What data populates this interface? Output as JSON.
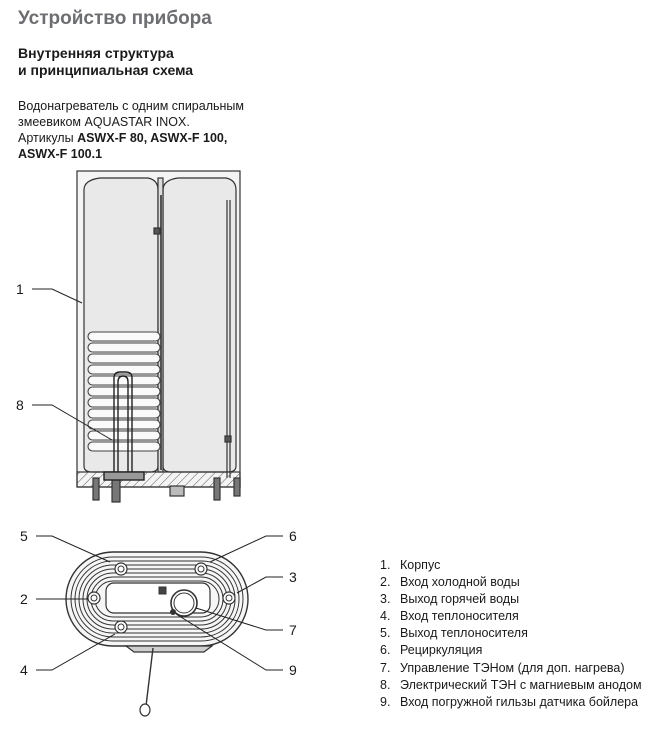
{
  "header": {
    "title": "Устройство прибора"
  },
  "section": {
    "subtitle_line1": "Внутренняя структура",
    "subtitle_line2": "и принципиальная схема"
  },
  "description": {
    "line1": "Водонагреватель с одним спиральным",
    "line2": "змеевиком AQUASTAR INOX.",
    "line3_prefix": "Артикулы ",
    "line3_bold": "ASWX-F 80, ASWX-F 100,",
    "line4_bold": "ASWX-F 100.1"
  },
  "callouts": {
    "c1": "1",
    "c8": "8",
    "c5": "5",
    "c6": "6",
    "c3": "3",
    "c2": "2",
    "c7": "7",
    "c4": "4",
    "c9": "9"
  },
  "legend": [
    {
      "num": "1.",
      "text": "Корпус"
    },
    {
      "num": "2.",
      "text": "Вход холодной воды"
    },
    {
      "num": "3.",
      "text": "Выход горячей воды"
    },
    {
      "num": "4.",
      "text": "Вход теплоносителя"
    },
    {
      "num": "5.",
      "text": "Выход теплоносителя"
    },
    {
      "num": "6.",
      "text": "Рециркуляция"
    },
    {
      "num": "7.",
      "text": "Управление ТЭНом (для доп. нагрева)"
    },
    {
      "num": "8.",
      "text": "Электрический ТЭН с магниевым анодом"
    },
    {
      "num": "9.",
      "text": "Вход погружной гильзы датчика бойлера"
    }
  ]
}
